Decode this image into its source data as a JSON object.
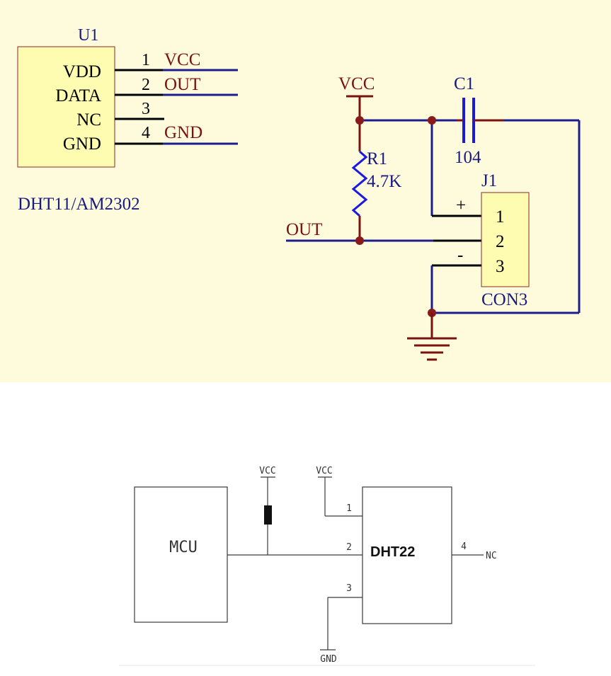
{
  "schematic_top": {
    "u1": {
      "ref": "U1",
      "pins": [
        "VDD",
        "DATA",
        "NC",
        "GND"
      ],
      "pin_numbers": [
        "1",
        "2",
        "3",
        "4"
      ],
      "nets": [
        "VCC",
        "OUT",
        "",
        "GND"
      ],
      "part": "DHT11/AM2302"
    },
    "vcc_label": "VCC",
    "c1": {
      "ref": "C1",
      "value": "104"
    },
    "r1": {
      "ref": "R1",
      "value": "4.7K"
    },
    "out_label": "OUT",
    "j1": {
      "ref": "J1",
      "pins": [
        "1",
        "2",
        "3"
      ],
      "plus": "+",
      "minus": "-",
      "part": "CON3"
    }
  },
  "schematic_bottom": {
    "mcu_label": "MCU",
    "vcc_left": "VCC",
    "vcc_right": "VCC",
    "sensor_label": "DHT22",
    "pins": [
      "1",
      "2",
      "3",
      "4"
    ],
    "nc_label": "NC",
    "gnd_label": "GND"
  },
  "colors": {
    "background_top": "#fdfbdc",
    "component_fill": "#fefcb0",
    "wire_blue": "#1c1c8c",
    "wire_dark": "#7a1212",
    "text_blue": "#1a1a80",
    "text_red": "#7a1212",
    "resistor": "#1a1ae0",
    "capacitor": "#1a1ad8",
    "line_gray": "#3a3a3a"
  }
}
